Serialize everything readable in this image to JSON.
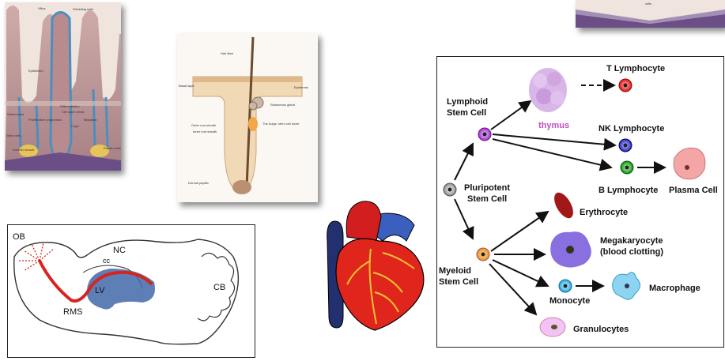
{
  "intestine": {
    "labels": [
      "Villus",
      "Shedding cells",
      "Epithelium",
      "Submucosa",
      "Proliferative progenitors",
      "Stem cells",
      "Smooth muscle",
      "Differentiation",
      "Cell cycle arrest",
      "Crypt",
      "Migration",
      "Paneth cells"
    ]
  },
  "hair": {
    "labels": [
      "Hair fibre",
      "Basal layer",
      "Epidermis",
      "Sebaceous gland",
      "The bulge: stem cell niche",
      "Outer root sheath",
      "Inner root sheath",
      "Dermal papilla"
    ]
  },
  "topright": {
    "label": "cells"
  },
  "brain": {
    "labels": {
      "ob": "OB",
      "nc": "NC",
      "cc": "cc",
      "lv": "LV",
      "rms": "RMS",
      "cb": "CB"
    }
  },
  "hematopoiesis": {
    "lymphoid": "Lymphoid\nStem Cell",
    "lymphoid_l1": "Lymphoid",
    "lymphoid_l2": "Stem Cell",
    "pluri_l1": "Pluripotent",
    "pluri_l2": "Stem Cell",
    "myeloid_l1": "Myeloid",
    "myeloid_l2": "Stem Cell",
    "thymus": "thymus",
    "t_lymph": "T Lymphocyte",
    "nk_lymph": "NK Lymphocyte",
    "b_lymph": "B Lymphocyte",
    "plasma": "Plasma Cell",
    "erythrocyte": "Erythrocyte",
    "mega_l1": "Megakaryocyte",
    "mega_l2": "(blood clotting)",
    "monocyte": "Monocyte",
    "macrophage": "Macrophage",
    "granulocytes": "Granulocytes"
  }
}
